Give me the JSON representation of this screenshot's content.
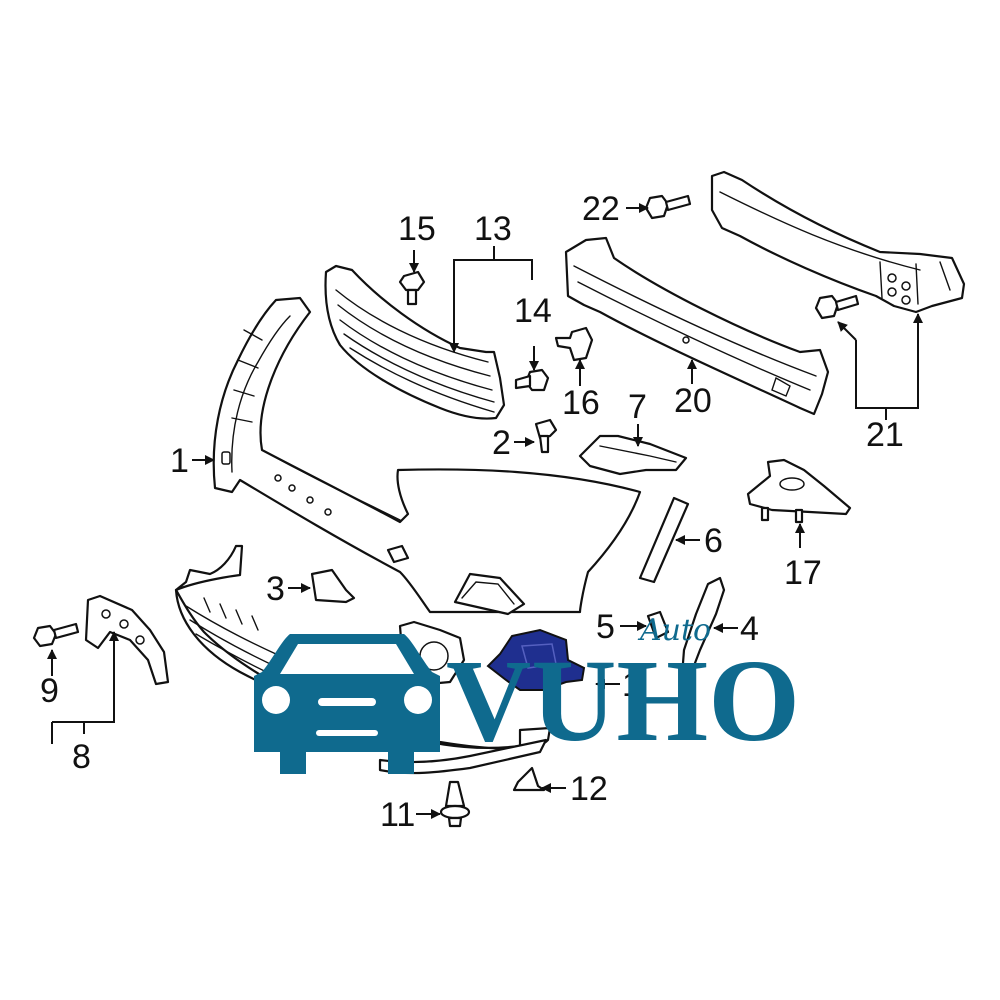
{
  "diagram": {
    "callouts": [
      {
        "id": "1",
        "label": "1"
      },
      {
        "id": "1b",
        "label": "1"
      },
      {
        "id": "2",
        "label": "2"
      },
      {
        "id": "3",
        "label": "3"
      },
      {
        "id": "4",
        "label": "4"
      },
      {
        "id": "5",
        "label": "5"
      },
      {
        "id": "6",
        "label": "6"
      },
      {
        "id": "7",
        "label": "7"
      },
      {
        "id": "8",
        "label": "8"
      },
      {
        "id": "9",
        "label": "9"
      },
      {
        "id": "11",
        "label": "11"
      },
      {
        "id": "12",
        "label": "12"
      },
      {
        "id": "13",
        "label": "13"
      },
      {
        "id": "14",
        "label": "14"
      },
      {
        "id": "15",
        "label": "15"
      },
      {
        "id": "16",
        "label": "16"
      },
      {
        "id": "17",
        "label": "17"
      },
      {
        "id": "19",
        "label": "19"
      },
      {
        "id": "20",
        "label": "20"
      },
      {
        "id": "21",
        "label": "21"
      },
      {
        "id": "22",
        "label": "22"
      }
    ],
    "highlight_color": "#1f2f8f"
  },
  "watermark": {
    "brand": "VUHO",
    "script": "Auto",
    "color": "#0f6a8e"
  }
}
